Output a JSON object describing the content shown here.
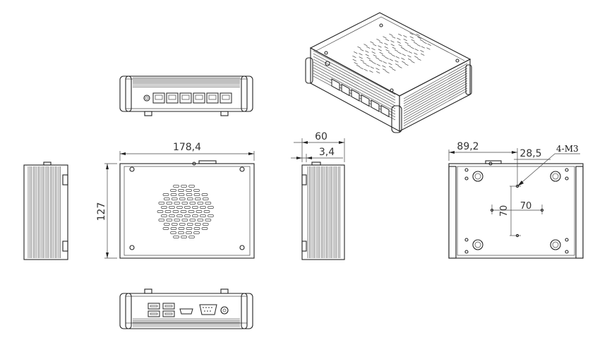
{
  "dimensions": {
    "width": "178,4",
    "height": "127",
    "depth": "60",
    "offset_side": "3,4",
    "bottom_half_width": "89,2",
    "hole_offset": "28,5",
    "hole_spacing_x": "70",
    "hole_spacing_y": "70",
    "mount_holes": "4-M3"
  }
}
